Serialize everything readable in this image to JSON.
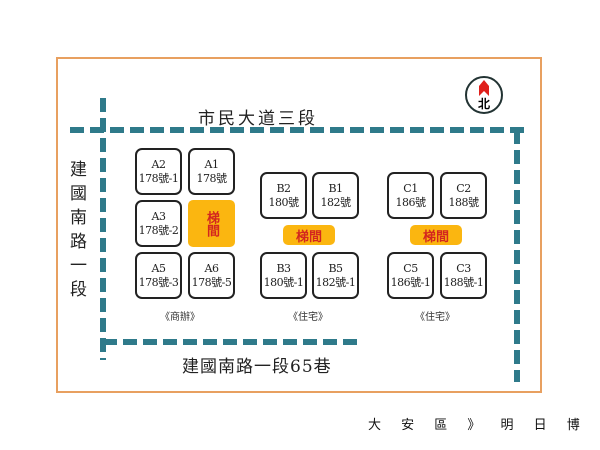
{
  "roads": {
    "top": "市民大道三段",
    "left": "建國南路一段",
    "bottom": "建國南路一段65巷"
  },
  "north_label": "北",
  "stair_label": "梯間",
  "units": {
    "A2": {
      "code": "A2",
      "addr": "178號-1"
    },
    "A1": {
      "code": "A1",
      "addr": "178號"
    },
    "A3": {
      "code": "A3",
      "addr": "178號-2"
    },
    "A5": {
      "code": "A5",
      "addr": "178號-3"
    },
    "A6": {
      "code": "A6",
      "addr": "178號-5"
    },
    "B2": {
      "code": "B2",
      "addr": "180號"
    },
    "B1": {
      "code": "B1",
      "addr": "182號"
    },
    "B3": {
      "code": "B3",
      "addr": "180號-1"
    },
    "B5": {
      "code": "B5",
      "addr": "182號-1"
    },
    "C1": {
      "code": "C1",
      "addr": "186號"
    },
    "C2": {
      "code": "C2",
      "addr": "188號"
    },
    "C5": {
      "code": "C5",
      "addr": "186號-1"
    },
    "C3": {
      "code": "C3",
      "addr": "188號-1"
    }
  },
  "categories": {
    "a": "《商辦》",
    "b": "《住宅》",
    "c": "《住宅》"
  },
  "footer": "大 安 區 》 明 日 博",
  "colors": {
    "road": "#2f7a8a",
    "stair": "#fbb610",
    "frame": "#e8a060"
  }
}
